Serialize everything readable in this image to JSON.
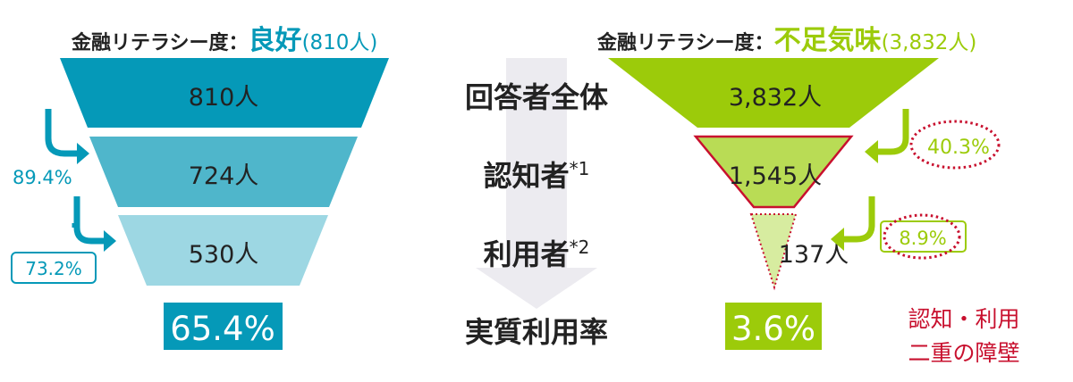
{
  "colors": {
    "teal": "#0599b8",
    "teal_mid": "#4fb6cb",
    "teal_light": "#9dd7e3",
    "green": "#9ccb0a",
    "green_mid": "#b9dc55",
    "green_light": "#d7eca0",
    "red": "#c8102e",
    "gray_arrow": "#ecebf0"
  },
  "left": {
    "title_prefix": "金融リテラシー度：",
    "title_group": "良好",
    "title_count": "(810人)",
    "stages": [
      "810人",
      "724人",
      "530人"
    ],
    "rates": [
      "89.4%",
      "73.2%"
    ],
    "result": "65.4%"
  },
  "center": {
    "labels": [
      "回答者全体",
      "認知者",
      "利用者",
      "実質利用率"
    ],
    "notes": [
      "*1",
      "*2"
    ]
  },
  "right": {
    "title_prefix": "金融リテラシー度：",
    "title_group": "不足気味",
    "title_count": "(3,832人)",
    "stages": [
      "3,832人",
      "1,545人",
      "137人"
    ],
    "rates": [
      "40.3%",
      "8.9%"
    ],
    "result": "3.6%",
    "barrier_lines": [
      "認知・利用",
      "二重の障壁"
    ]
  }
}
